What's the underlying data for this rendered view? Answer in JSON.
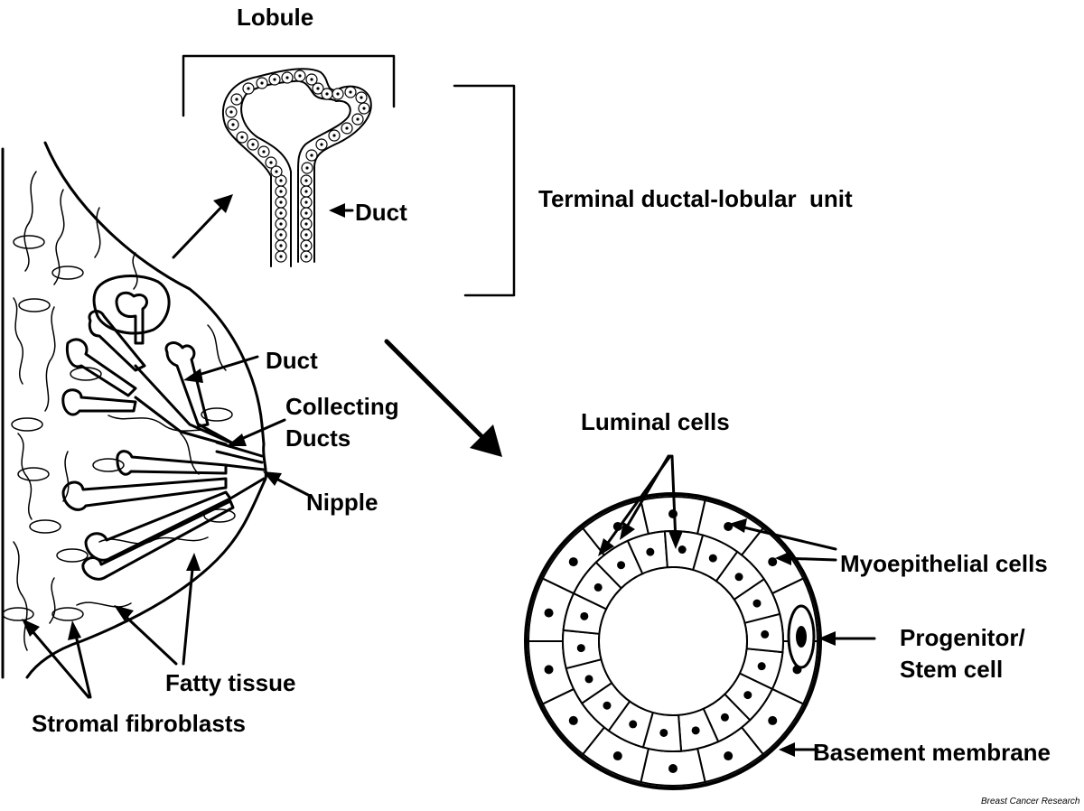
{
  "labels": {
    "lobule": "Lobule",
    "tdlu": "Terminal ductal-lobular  unit",
    "duct_top": "Duct",
    "duct_mid": "Duct",
    "collecting_1": "Collecting",
    "collecting_2": "Ducts",
    "nipple": "Nipple",
    "luminal": "Luminal cells",
    "myoepithelial": "Myoepithelial cells",
    "progenitor_1": "Progenitor/",
    "progenitor_2": "Stem cell",
    "basement": "Basement membrane",
    "fatty": "Fatty tissue",
    "stromal": "Stromal fibroblasts"
  },
  "credit": "Breast Cancer Research"
}
